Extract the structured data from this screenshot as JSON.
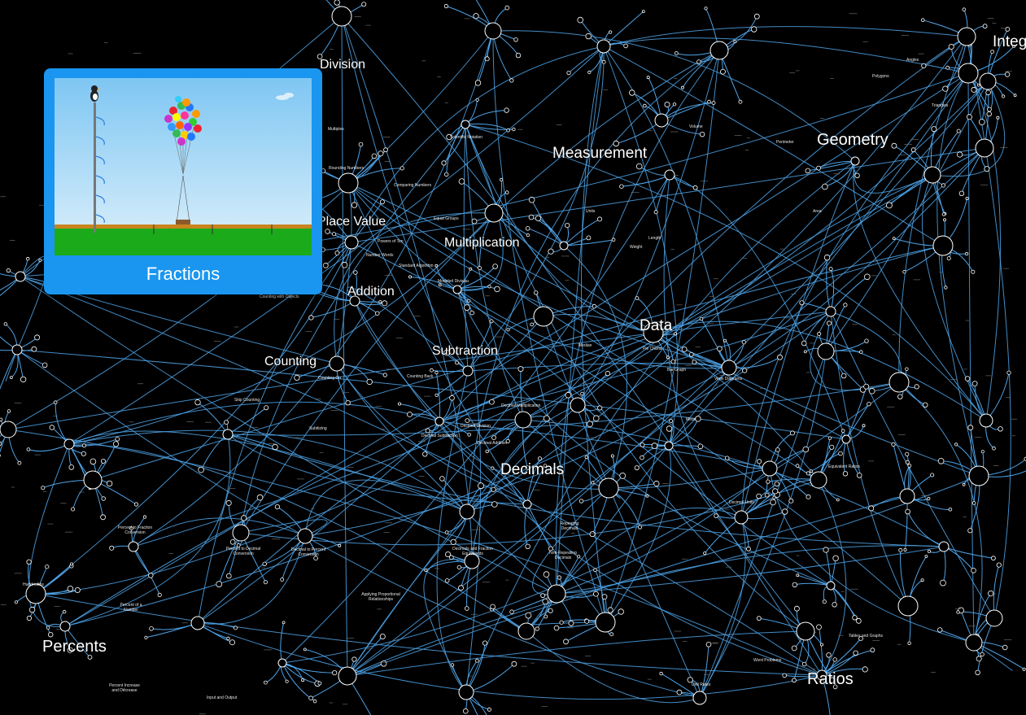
{
  "colors": {
    "background": "#000000",
    "edge": "#4ea3e8",
    "node": "#ffffff",
    "card": "#1a96f0",
    "sky_top": "#7ec6f3",
    "ground": "#1aaa1a"
  },
  "topics": [
    {
      "id": "division",
      "label": "Division"
    },
    {
      "id": "measurement",
      "label": "Measurement"
    },
    {
      "id": "geometry",
      "label": "Geometry"
    },
    {
      "id": "integers",
      "label": "Integ"
    },
    {
      "id": "place-value",
      "label": "Place Value"
    },
    {
      "id": "multiplication",
      "label": "Multiplication"
    },
    {
      "id": "addition",
      "label": "Addition"
    },
    {
      "id": "data",
      "label": "Data"
    },
    {
      "id": "counting",
      "label": "Counting"
    },
    {
      "id": "subtraction",
      "label": "Subtraction"
    },
    {
      "id": "decimals",
      "label": "Decimals"
    },
    {
      "id": "percents",
      "label": "Percents"
    },
    {
      "id": "ratios",
      "label": "Ratios"
    }
  ],
  "subtopics": [
    "Multiples",
    "Rounding Numbers",
    "Comparing Numbers",
    "Scientific Notation",
    "Volume",
    "Perimeter",
    "Angles",
    "Polygons",
    "Triangles",
    "Units",
    "Weight",
    "Length",
    "Area",
    "Equal Groups",
    "Powers of Ten",
    "Number Words",
    "Standard Algorithm",
    "Modeled Division",
    "Counting with Objects",
    "Median",
    "Pie Charts",
    "Bar Graph",
    "Venn Diagrams",
    "Counting On",
    "Counting Back",
    "Skip Counting",
    "Subitizing",
    "Decimal Multiplication",
    "Decimal Division",
    "Decimal Subtraction",
    "Decimal Addition",
    "Mean",
    "Equivalent Ratios",
    "Percent to Fraction Conversion",
    "Percent to Decimal Conversion",
    "Decimal to Percent Conversion",
    "Decimals and Fraction Equivalents",
    "Repeating Decimals",
    "Non-Repeating Decimals",
    "Decimal Units",
    "Hundredths",
    "Percent of a Number",
    "Applying Proportional Relationships",
    "Tables and Graphs",
    "Percent Increase and Decrease",
    "Input and Output",
    "Word Problems",
    "Unit Rates"
  ],
  "card": {
    "title": "Fractions"
  }
}
